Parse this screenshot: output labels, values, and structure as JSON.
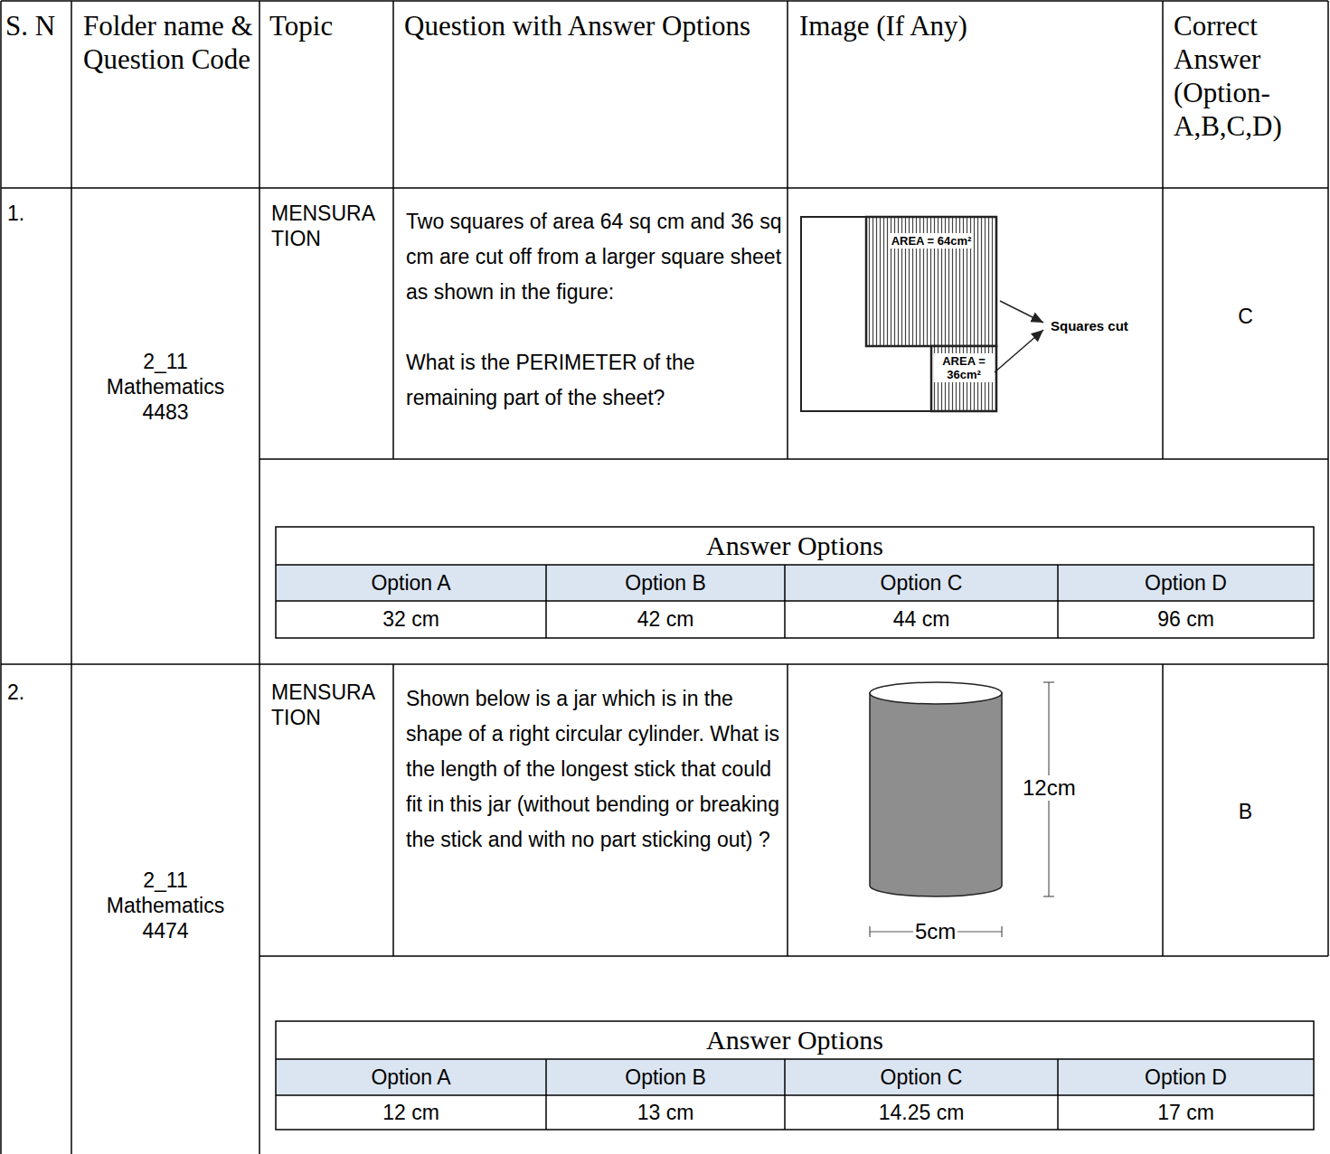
{
  "diagram": {
    "nodes": [
      {
        "text": [
          "AREA = 64cm²"
        ]
      },
      {
        "text": [
          "AREA = 36cm²"
        ]
      }
    ],
    "labels": [
      "S. N",
      "Folder name & Question Code",
      "Topic",
      "Question with Answer Options",
      "Image (If Any)",
      "Correct Answer (Option-A,B,C,D)",
      "1.",
      "MENSURATION",
      "Two squares of area 64 sq cm and 36 sq cm are cut off from a larger square sheet as shown in the figure:",
      "What is the PERIMETER of the remaining part of the sheet?",
      "Squares cut",
      "C",
      "2_11 Mathematics 4483",
      "Answer Options",
      "Option A",
      "Option B",
      "Option C",
      "Option D",
      "32 cm",
      "42 cm",
      "44 cm",
      "96 cm",
      "2.",
      "MENSURATION",
      "Shown below is a jar which is in the shape of a right circular cylinder. What is the length of the longest stick that could fit in this jar (without bending or breaking the stick and with no part sticking out) ?",
      "12cm",
      "5cm",
      "B",
      "2_11 Mathematics 4474",
      "Answer Options",
      "Option A",
      "Option B",
      "Option C",
      "Option D",
      "12 cm",
      "13 cm",
      "14.25 cm",
      "17 cm"
    ]
  }
}
